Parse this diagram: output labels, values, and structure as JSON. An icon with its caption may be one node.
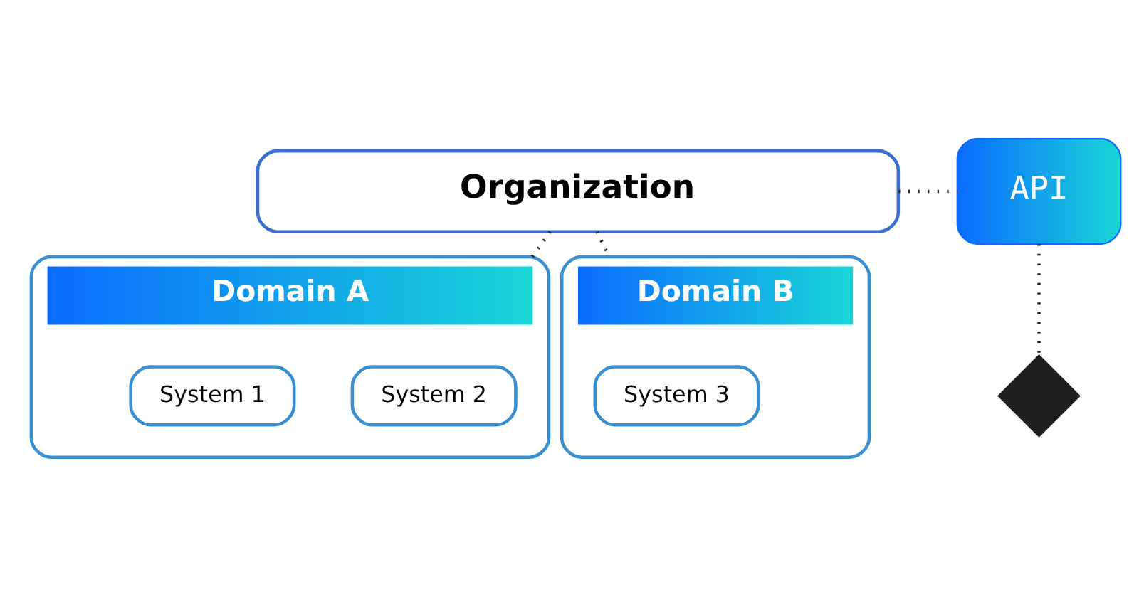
{
  "diagram": {
    "nodes": [
      {
        "text": [
          "Organization"
        ]
      },
      {
        "text": [
          "Domain A"
        ]
      },
      {
        "text": [
          "System 1"
        ],
        "in": 1
      },
      {
        "text": [
          "System 2"
        ],
        "in": 1
      },
      {
        "text": [
          "Domain B"
        ]
      },
      {
        "text": [
          "System 3"
        ],
        "in": 4
      },
      {
        "text": [
          "API"
        ]
      },
      {
        "text": [],
        "shape": "diamond"
      }
    ],
    "edges": [
      {
        "from": 0,
        "to": 1,
        "arrow": "none"
      },
      {
        "from": 0,
        "to": 4,
        "arrow": "none"
      },
      {
        "from": 0,
        "to": 6,
        "arrow": "none"
      },
      {
        "from": 6,
        "to": 7,
        "arrow": "none"
      }
    ]
  }
}
